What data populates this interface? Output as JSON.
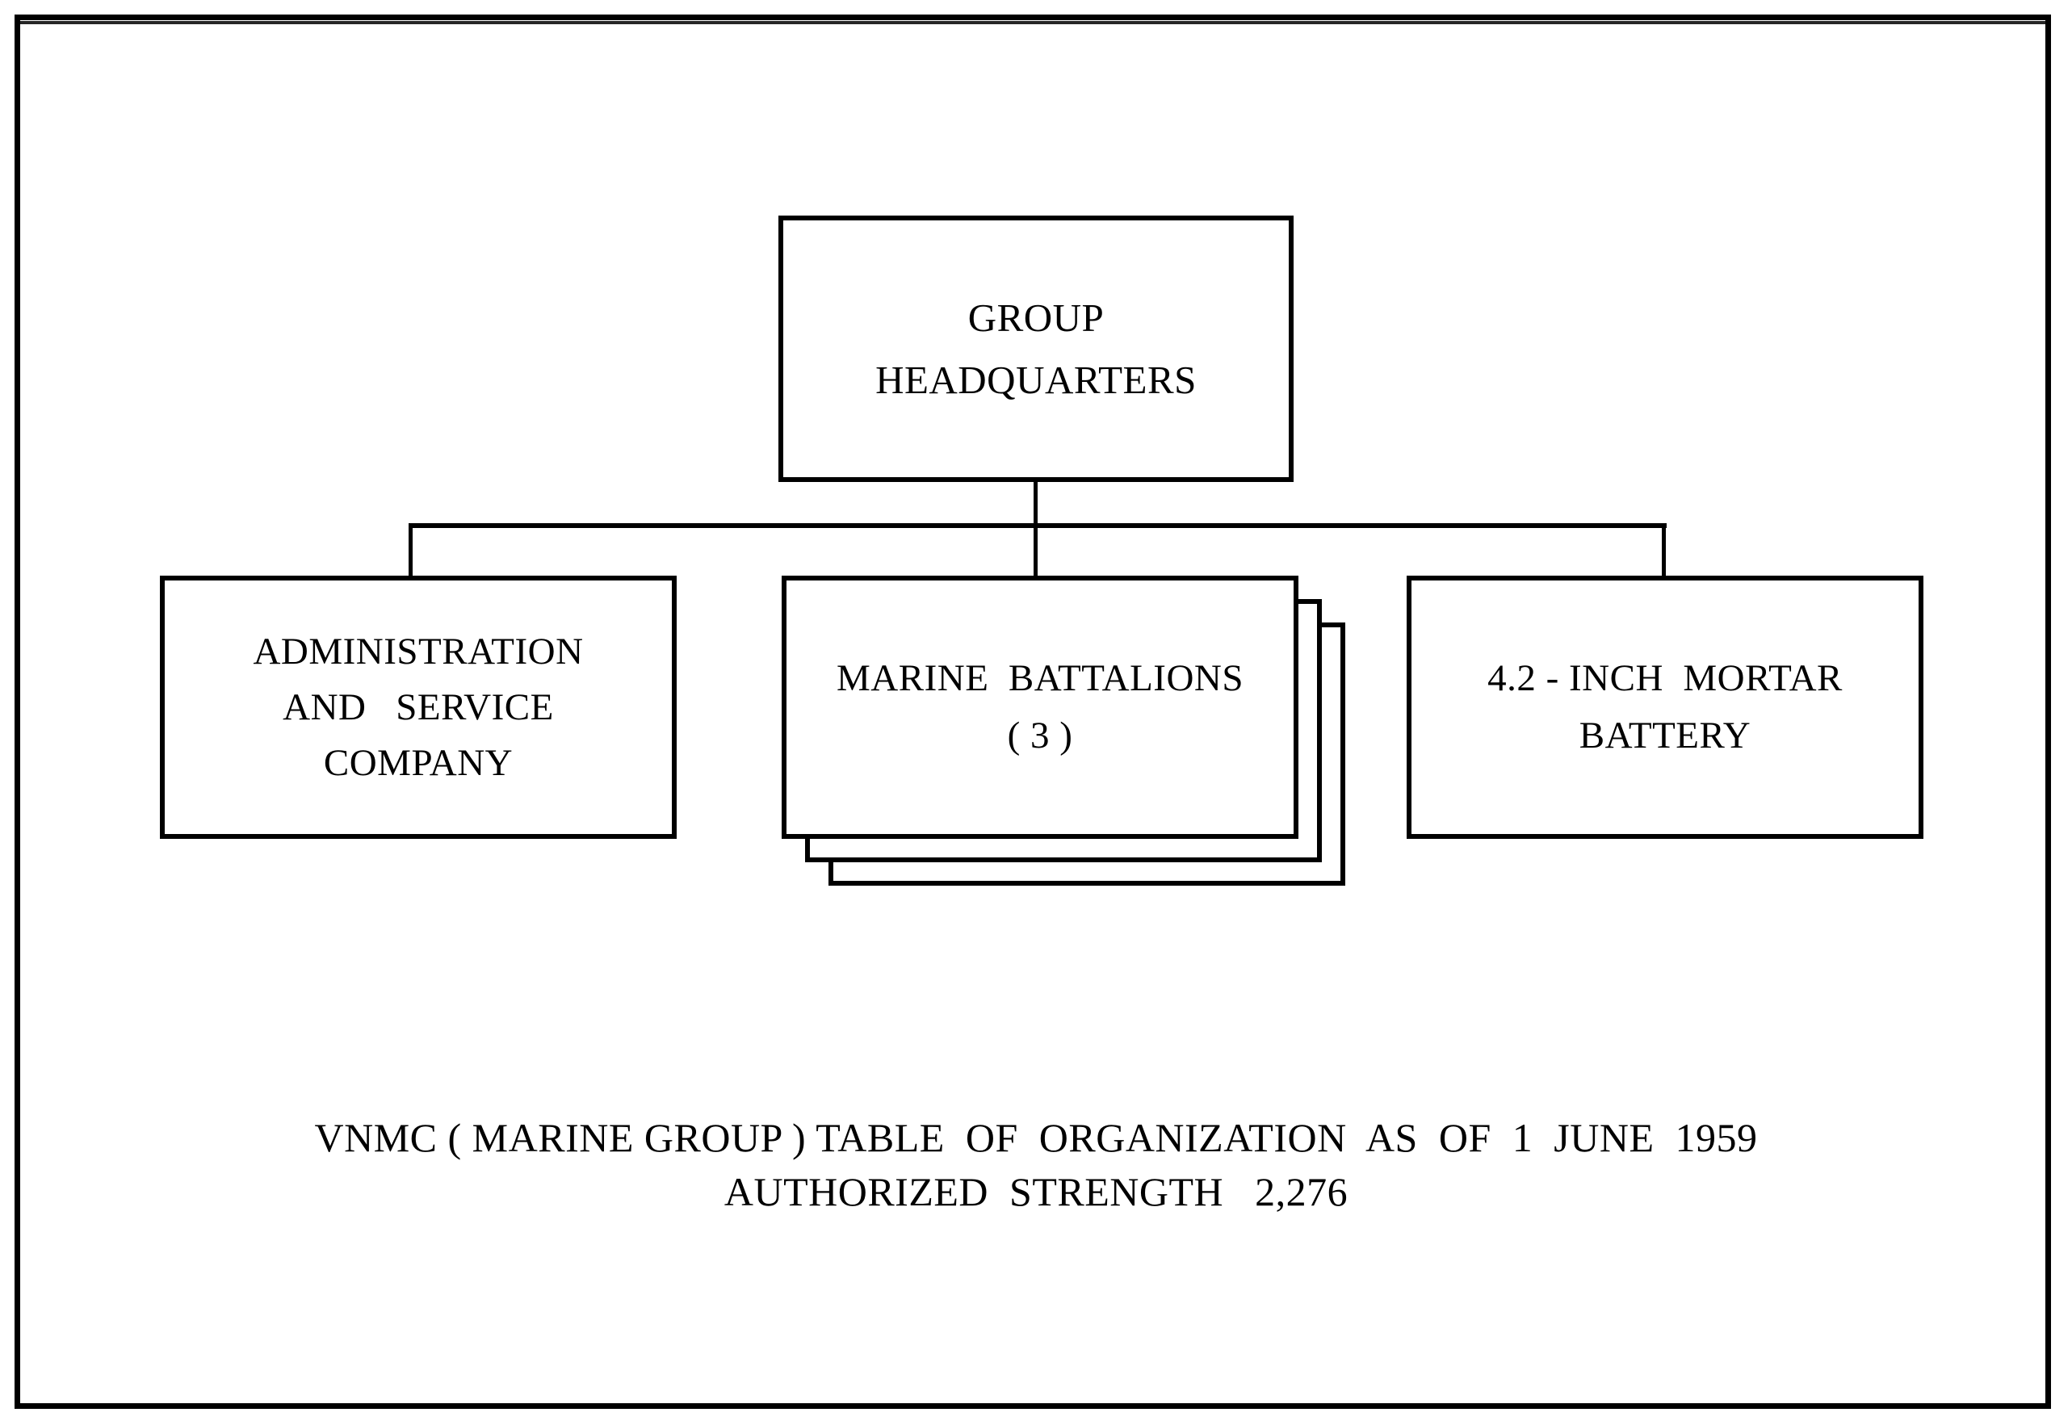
{
  "chart": {
    "type": "org-chart",
    "root": {
      "id": "group-headquarters",
      "lines": [
        "GROUP",
        "HEADQUARTERS"
      ]
    },
    "children": [
      {
        "id": "administration-and-service-company",
        "lines": [
          "ADMINISTRATION",
          "AND   SERVICE",
          "COMPANY"
        ],
        "stacked": false,
        "count": 1
      },
      {
        "id": "marine-battalions",
        "lines": [
          "MARINE  BATTALIONS",
          "( 3 )"
        ],
        "stacked": true,
        "count": 3
      },
      {
        "id": "mortar-battery",
        "lines": [
          "4.2 - INCH  MORTAR",
          "BATTERY"
        ],
        "stacked": false,
        "count": 1
      }
    ]
  },
  "caption": {
    "line1": "VNMC ( MARINE GROUP ) TABLE  OF  ORGANIZATION  AS  OF  1  JUNE  1959",
    "line2": "AUTHORIZED  STRENGTH   2,276"
  },
  "colors": {
    "ink": "#000000",
    "paper": "#ffffff"
  }
}
